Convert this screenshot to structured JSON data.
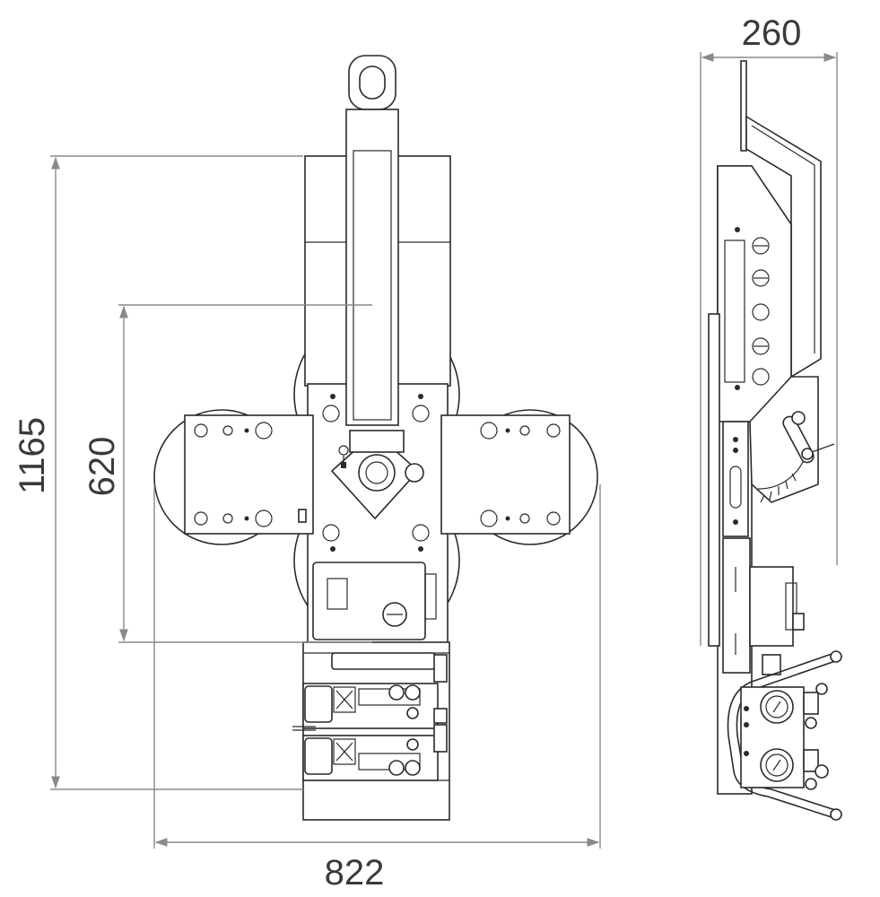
{
  "dimensions": {
    "overall_height": "1165",
    "pad_distance": "620",
    "overall_width": "822",
    "depth": "260"
  },
  "colors": {
    "line": "#2a2a2a",
    "dimension_line": "#8a8a8a",
    "text": "#3a3a3a",
    "background": "#ffffff"
  }
}
